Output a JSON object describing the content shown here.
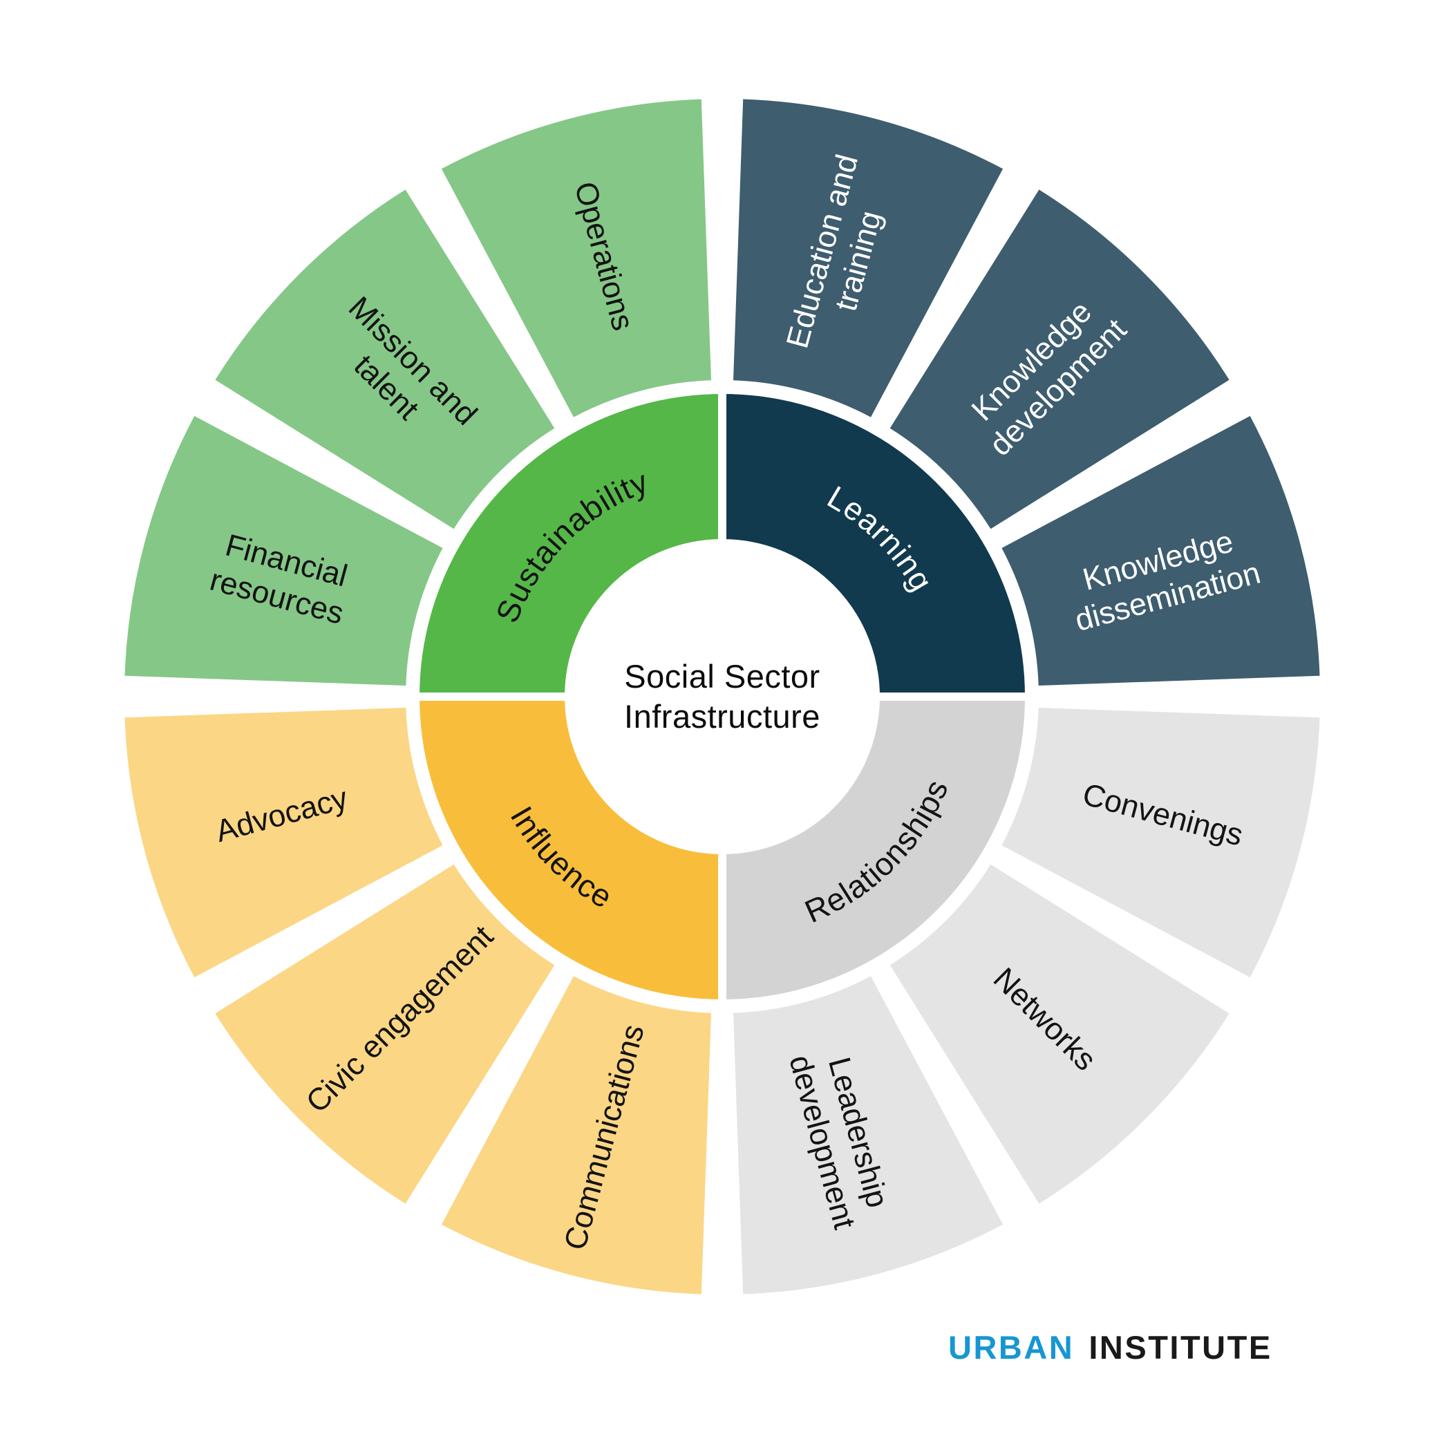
{
  "page": {
    "background": "#ffffff"
  },
  "center": {
    "line1": "Social Sector",
    "line2": "Infrastructure",
    "text_color": "#0b0b0b"
  },
  "logo": {
    "word1": "URBAN",
    "word2": "INSTITUTE",
    "word1_color": "#1696d2",
    "word2_color": "#1a1a1a"
  },
  "chart_data": {
    "type": "sunburst",
    "title": "Social Sector Infrastructure",
    "rings": 2,
    "legend": "none",
    "quadrants": [
      {
        "label": "Learning",
        "arc": [
          0,
          90
        ],
        "ring_color": "#113a4e",
        "segment_color": "#3e5d6f",
        "label_color": "#ffffff",
        "segment_text_color": "#ffffff",
        "segments": [
          {
            "label": "Education and training",
            "lines": [
              "Education and",
              "training"
            ]
          },
          {
            "label": "Knowledge development",
            "lines": [
              "Knowledge",
              "development"
            ]
          },
          {
            "label": "Knowledge dissemination",
            "lines": [
              "Knowledge",
              "dissemination"
            ]
          }
        ]
      },
      {
        "label": "Relationships",
        "arc": [
          90,
          180
        ],
        "ring_color": "#d3d3d3",
        "segment_color": "#e4e4e4",
        "label_color": "#131313",
        "segment_text_color": "#131313",
        "segments": [
          {
            "label": "Convenings",
            "lines": [
              "Convenings"
            ]
          },
          {
            "label": "Networks",
            "lines": [
              "Networks"
            ]
          },
          {
            "label": "Leadership development",
            "lines": [
              "Leadership",
              "development"
            ]
          }
        ]
      },
      {
        "label": "Influence",
        "arc": [
          180,
          270
        ],
        "ring_color": "#f8be3b",
        "segment_color": "#fbd685",
        "label_color": "#131313",
        "segment_text_color": "#131313",
        "segments": [
          {
            "label": "Communications",
            "lines": [
              "Communications"
            ]
          },
          {
            "label": "Civic engagement",
            "lines": [
              "Civic engagement"
            ]
          },
          {
            "label": "Advocacy",
            "lines": [
              "Advocacy"
            ]
          }
        ]
      },
      {
        "label": "Sustainability",
        "arc": [
          270,
          360
        ],
        "ring_color": "#55b748",
        "segment_color": "#85c787",
        "label_color": "#131313",
        "segment_text_color": "#131313",
        "segments": [
          {
            "label": "Financial resources",
            "lines": [
              "Financial",
              "resources"
            ]
          },
          {
            "label": "Mission and talent",
            "lines": [
              "Mission and",
              "talent"
            ]
          },
          {
            "label": "Operations",
            "lines": [
              "Operations"
            ]
          }
        ]
      }
    ]
  }
}
